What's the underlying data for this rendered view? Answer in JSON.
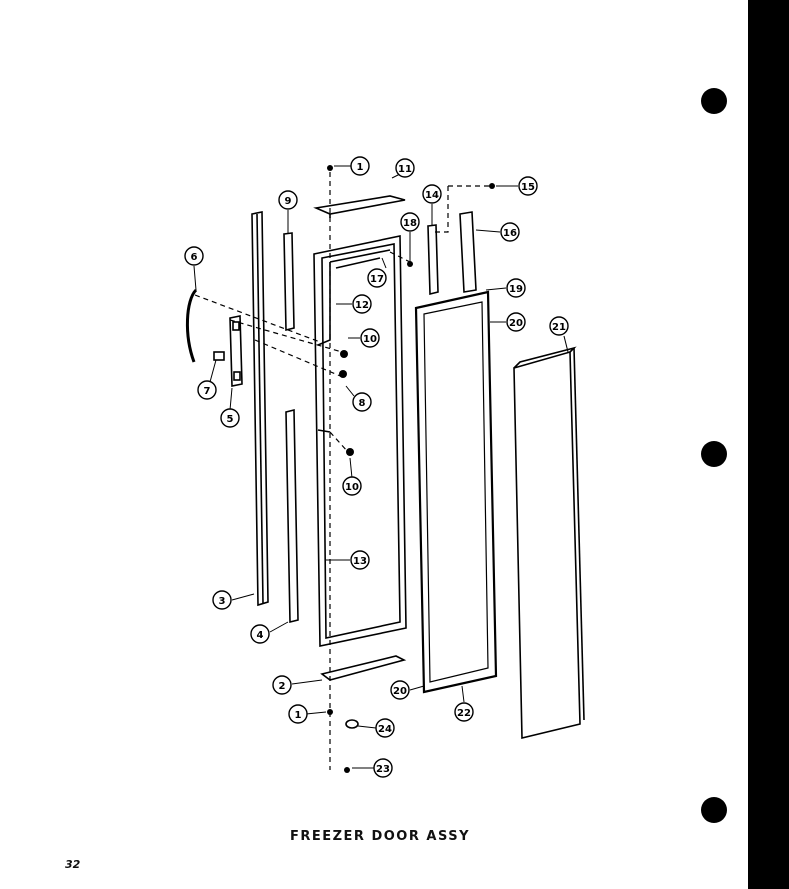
{
  "title": "FREEZER DOOR ASSY",
  "page_number": "32",
  "callouts": [
    "1",
    "11",
    "9",
    "18",
    "14",
    "15",
    "16",
    "6",
    "17",
    "12",
    "19",
    "20",
    "21",
    "10",
    "7",
    "8",
    "5",
    "10",
    "13",
    "3",
    "4",
    "2",
    "20",
    "22",
    "1",
    "24",
    "23"
  ]
}
